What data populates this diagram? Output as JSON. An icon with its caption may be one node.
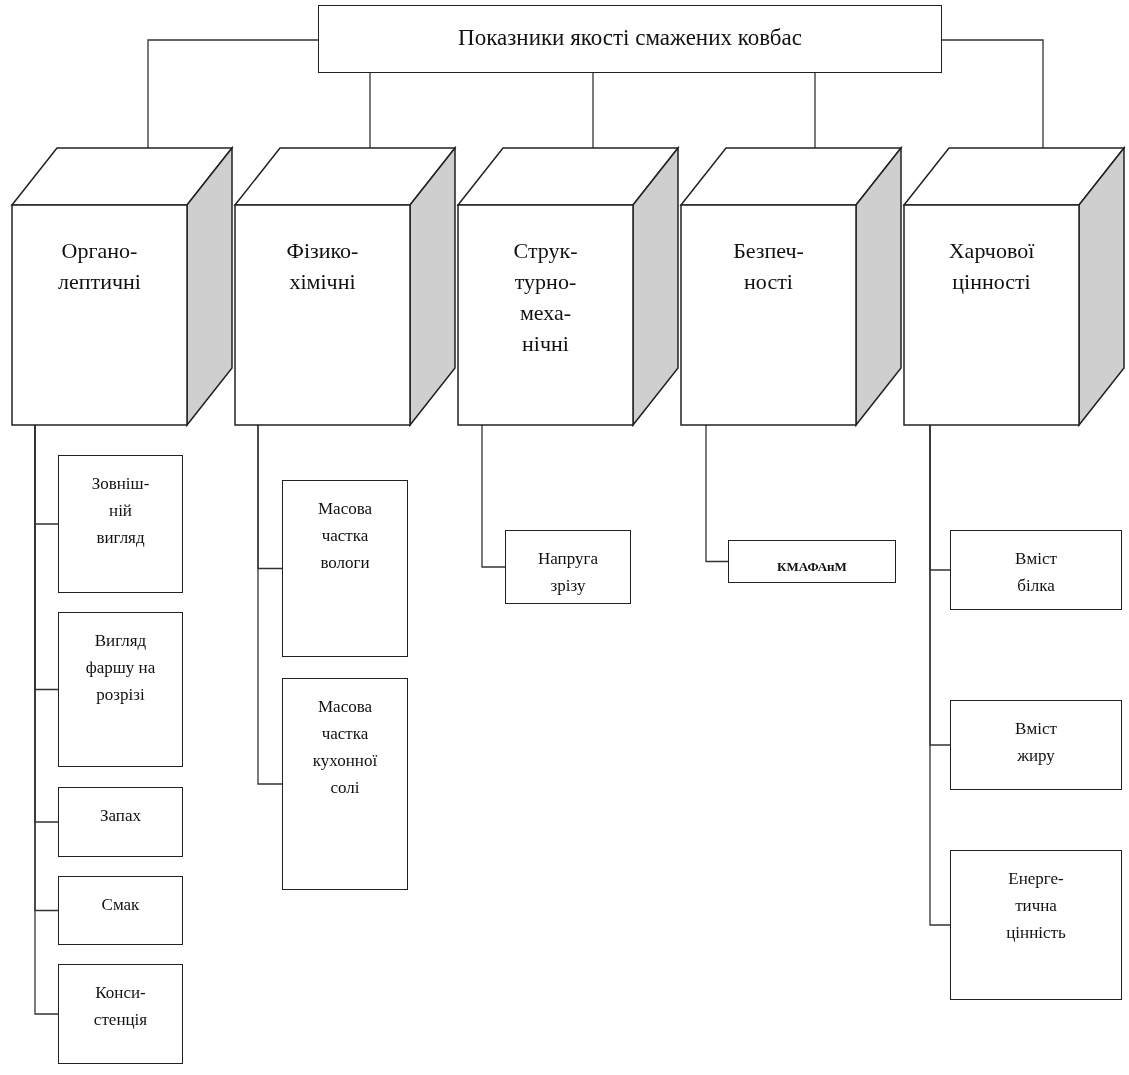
{
  "diagram": {
    "nodes": [
      {
        "text": [
          "Показники якості смажених ковбас"
        ]
      },
      {
        "text": [
          "Органо- лептичні"
        ]
      },
      {
        "text": [
          "Фізико- хімічні"
        ]
      },
      {
        "text": [
          "Струк- турно- меха- нічні"
        ]
      },
      {
        "text": [
          "Безпеч- ності"
        ]
      },
      {
        "text": [
          "Харчової цінності"
        ]
      },
      {
        "text": [
          "Зовніш- ній вигляд"
        ]
      },
      {
        "text": [
          "Вигляд фаршу на розрізі"
        ]
      },
      {
        "text": [
          "Запах"
        ]
      },
      {
        "text": [
          "Смак"
        ]
      },
      {
        "text": [
          "Конси- стенція"
        ]
      },
      {
        "text": [
          "Масова частка вологи"
        ]
      },
      {
        "text": [
          "Масова частка кухонної солі"
        ]
      },
      {
        "text": [
          "Напруга зрізу"
        ]
      },
      {
        "text": [
          "КМАФАнМ"
        ]
      },
      {
        "text": [
          "Вміст білка"
        ]
      },
      {
        "text": [
          "Вміст жиру"
        ]
      },
      {
        "text": [
          "Енерге- тична цінність"
        ]
      }
    ],
    "edges": [
      {
        "from": 0,
        "to": 1,
        "arrow": "none"
      },
      {
        "from": 0,
        "to": 2,
        "arrow": "none"
      },
      {
        "from": 0,
        "to": 3,
        "arrow": "none"
      },
      {
        "from": 0,
        "to": 4,
        "arrow": "none"
      },
      {
        "from": 0,
        "to": 5,
        "arrow": "none"
      },
      {
        "from": 1,
        "to": 6,
        "arrow": "none"
      },
      {
        "from": 1,
        "to": 7,
        "arrow": "none"
      },
      {
        "from": 1,
        "to": 8,
        "arrow": "none"
      },
      {
        "from": 1,
        "to": 9,
        "arrow": "none"
      },
      {
        "from": 1,
        "to": 10,
        "arrow": "none"
      },
      {
        "from": 2,
        "to": 11,
        "arrow": "none"
      },
      {
        "from": 2,
        "to": 12,
        "arrow": "none"
      },
      {
        "from": 3,
        "to": 13,
        "arrow": "none"
      },
      {
        "from": 4,
        "to": 14,
        "arrow": "none"
      },
      {
        "from": 5,
        "to": 15,
        "arrow": "none"
      },
      {
        "from": 5,
        "to": 16,
        "arrow": "none"
      },
      {
        "from": 5,
        "to": 17,
        "arrow": "none"
      }
    ]
  }
}
